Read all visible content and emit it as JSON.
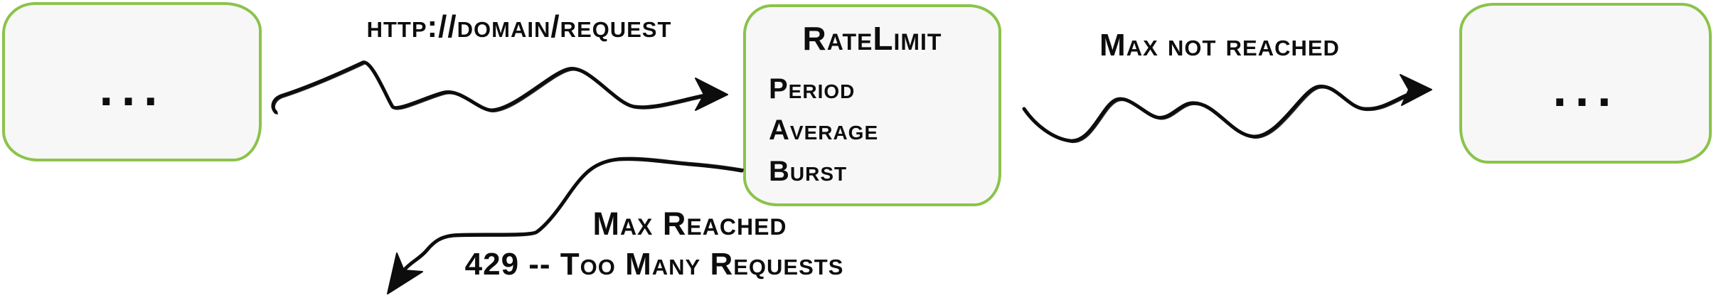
{
  "diagram": {
    "nodes": {
      "source": {
        "label": "..."
      },
      "rate_limit": {
        "title": "RateLimit",
        "attributes": [
          "Period",
          "Average",
          "Burst"
        ]
      },
      "destination": {
        "label": "..."
      }
    },
    "edges": {
      "request": {
        "label": "http://domain/request"
      },
      "allowed": {
        "label": "Max not reached"
      },
      "rejected": {
        "label": "Max Reached",
        "sublabel": "429 -- Too Many Requests"
      }
    },
    "colors": {
      "node_border": "#8bc34a",
      "node_fill": "#f7f7f7",
      "ink": "#0d0d0d"
    }
  }
}
